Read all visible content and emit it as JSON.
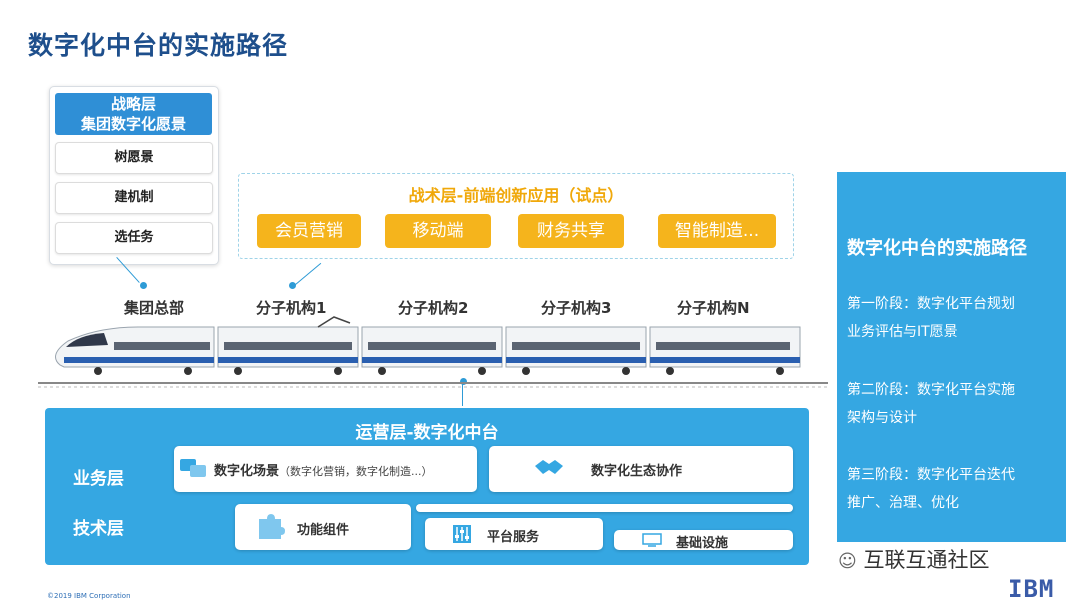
{
  "title": "数字化中台的实施路径",
  "strategy": {
    "heading_line1": "战略层",
    "heading_line2": "集团数字化愿景",
    "items": [
      "树愿景",
      "建机制",
      "选任务"
    ]
  },
  "tactics": {
    "title": "战术层-前端创新应用（试点）",
    "buttons": [
      "会员营销",
      "移动端",
      "财务共享",
      "智能制造..."
    ]
  },
  "units": [
    "集团总部",
    "分子机构1",
    "分子机构2",
    "分子机构3",
    "分子机构N"
  ],
  "operations": {
    "title": "运营层-数字化中台",
    "business_label": "业务层",
    "tech_label": "技术层",
    "scene_title": "数字化场景",
    "scene_note": "（数字化营销，数字化制造...）",
    "ecosystem": "数字化生态协作",
    "components": "功能组件",
    "platform_services": "平台服务",
    "infrastructure": "基础设施"
  },
  "right_panel": {
    "title": "数字化中台的实施路径",
    "stages": [
      {
        "line1": "第一阶段：数字化平台规划",
        "line2": "业务评估与IT愿景"
      },
      {
        "line1": "第二阶段：数字化平台实施",
        "line2": "架构与设计"
      },
      {
        "line1": "第三阶段：数字化平台迭代",
        "line2": "推广、治理、优化"
      }
    ]
  },
  "footer": "©2019 IBM Corporation",
  "watermark": "互联互通社区",
  "logo": "IBM",
  "colors": {
    "accent_blue": "#35a7e2",
    "title_blue": "#1e4f8c",
    "tactic_orange": "#f5b41c"
  }
}
